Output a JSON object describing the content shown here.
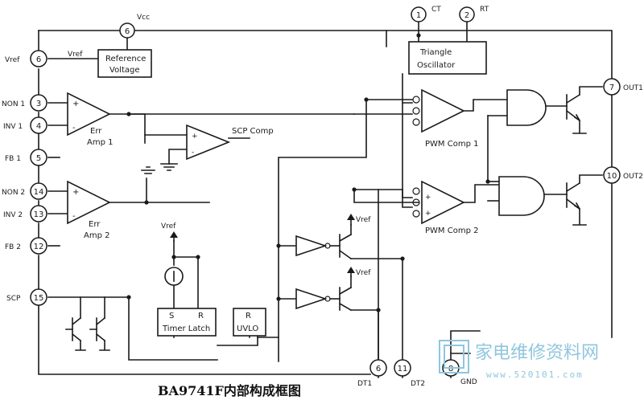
{
  "caption": "BA9741F内部构成框图",
  "pins": {
    "vcc": {
      "num": "6",
      "label": "Vcc"
    },
    "ct": {
      "num": "1",
      "label": "CT"
    },
    "rt": {
      "num": "2",
      "label": "RT"
    },
    "vref": {
      "num": "6",
      "label": "Vref"
    },
    "non1": {
      "num": "3",
      "label": "NON 1"
    },
    "inv1": {
      "num": "4",
      "label": "INV 1"
    },
    "fb1": {
      "num": "5",
      "label": "FB 1"
    },
    "non2": {
      "num": "14",
      "label": "NON 2"
    },
    "inv2": {
      "num": "13",
      "label": "INV 2"
    },
    "fb2": {
      "num": "12",
      "label": "FB 2"
    },
    "scp": {
      "num": "15",
      "label": "SCP"
    },
    "out1": {
      "num": "7",
      "label": "OUT1"
    },
    "out2": {
      "num": "10",
      "label": "OUT2"
    },
    "dt1": {
      "num": "6",
      "label": "DT1"
    },
    "dt2": {
      "num": "11",
      "label": "DT2"
    },
    "gnd": {
      "num": "8",
      "label": "GND"
    }
  },
  "blocks": {
    "reference": {
      "line1": "Reference",
      "line2": "Voltage",
      "vref_label": "Vref"
    },
    "oscillator": {
      "line1": "Triangle",
      "line2": "Oscillator"
    },
    "err_amp1": {
      "line1": "Err",
      "line2": "Amp 1"
    },
    "err_amp2": {
      "line1": "Err",
      "line2": "Amp 2"
    },
    "scp_comp": {
      "label": "SCP Comp"
    },
    "pwm_comp1": {
      "label": "PWM Comp 1"
    },
    "pwm_comp2": {
      "label": "PWM Comp 2"
    },
    "timer_latch": {
      "s": "S",
      "r": "R",
      "label": "Timer  Latch"
    },
    "uvlo": {
      "r": "R",
      "label": "UVLO"
    },
    "vref_tags": [
      "Vref",
      "Vref",
      "Vref"
    ]
  },
  "watermark": {
    "text": "家电维修资料网",
    "url": "www.520101.com"
  }
}
